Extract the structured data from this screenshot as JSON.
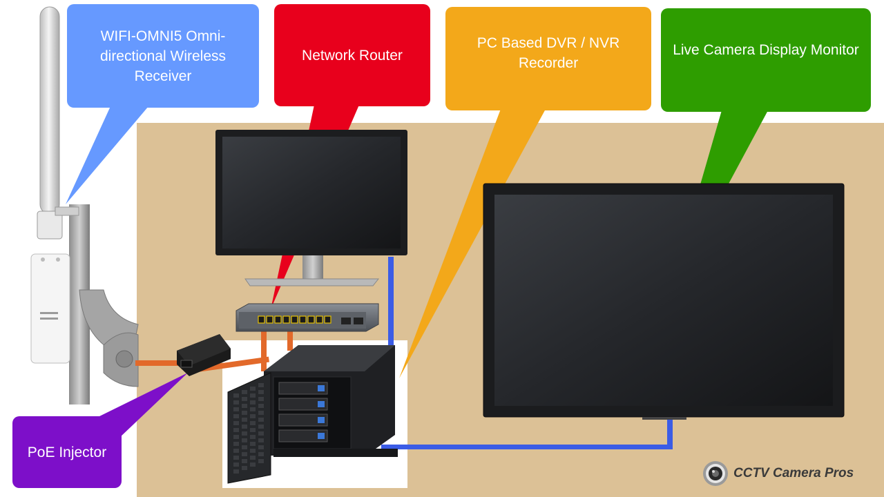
{
  "callouts": {
    "wifi": {
      "text": "WIFI-OMNI5 Omni-directional Wireless Receiver",
      "color": "#6699ff"
    },
    "router": {
      "text": "Network Router",
      "color": "#e8001c"
    },
    "dvr": {
      "text": "PC Based DVR / NVR Recorder",
      "color": "#f3a81a"
    },
    "monitor": {
      "text": "Live Camera Display Monitor",
      "color": "#2e9d00"
    },
    "poe": {
      "text": "PoE Injector",
      "color": "#7d0fc9"
    }
  },
  "brand": {
    "name": "CCTV Camera Pros",
    "icon": "camera-lens-logo-icon"
  },
  "colors": {
    "desk": "#dcc196",
    "ethernet_cable": "#e2692a",
    "video_cable": "#3b5ce6"
  },
  "devices": [
    "omni-antenna",
    "wireless-access-point",
    "poe-injector",
    "network-switch",
    "pc-monitor",
    "dvr-nvr-recorder",
    "display-monitor"
  ]
}
